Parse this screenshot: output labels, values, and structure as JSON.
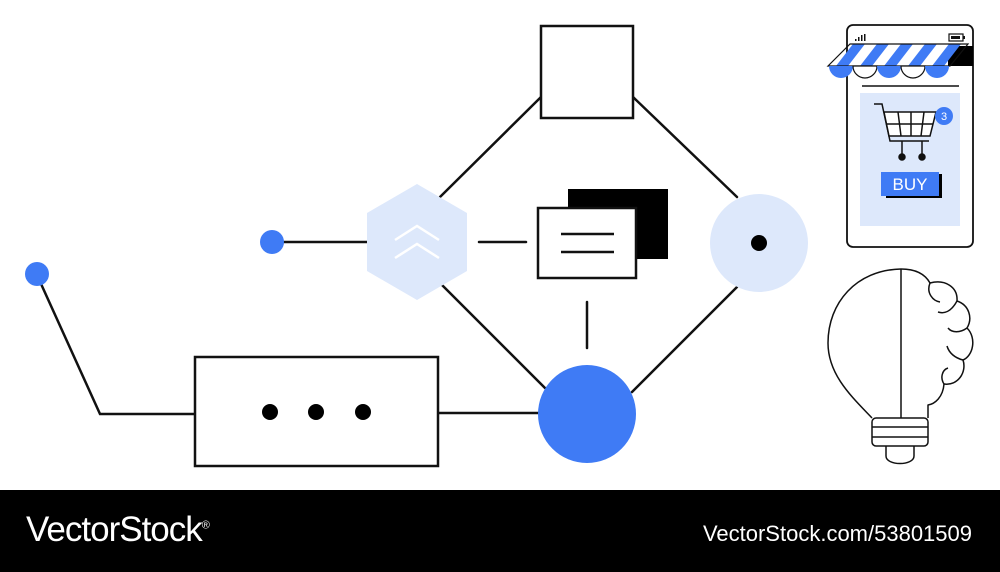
{
  "colors": {
    "accent": "#3f7bf5",
    "pale_blue": "#dde8fb",
    "stroke": "#111111",
    "footer_bg": "#000000",
    "footer_text": "#ffffff"
  },
  "phone": {
    "cart_badge": "3",
    "buy_label": "BUY"
  },
  "footer": {
    "brand": "VectorStock",
    "trademark": "®",
    "image_ref": "VectorStock.com/53801509"
  }
}
